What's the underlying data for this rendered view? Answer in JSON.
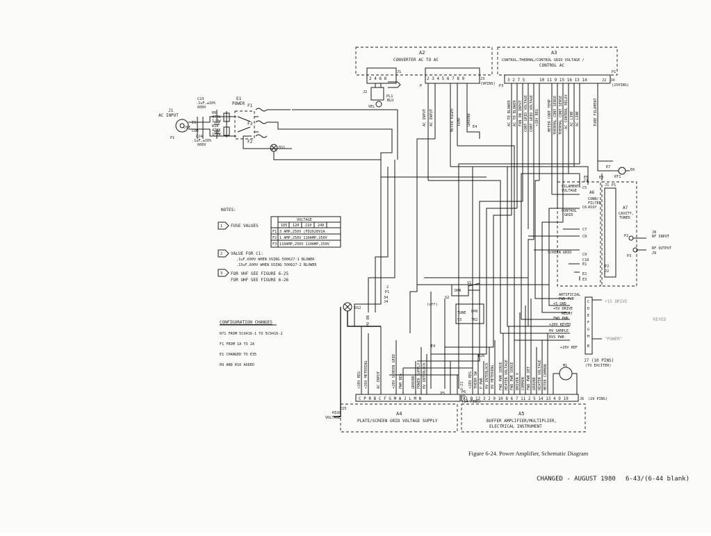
{
  "ac_input": {
    "ref": "J1",
    "label": "AC INPUT",
    "com": "COM",
    "p1": "P1",
    "c_ref": "C23",
    "c_spec1": ".1uF,±10%",
    "c_spec2": "600V",
    "c2_ref": "C24",
    "c2_spec1": ".1uF,±10%",
    "c2_spec2": "600V",
    "r_ref": "R9",
    "r2_ref": "R10",
    "r_spec1": "470K",
    "r_spec2": "1/2W",
    "r2_spec1": "470K",
    "r2_spec2": "1/2W",
    "e1": "E1",
    "e2": "E1",
    "com2": "COM",
    "pwr_ref": "E1",
    "pwr_label": "POWER",
    "f1": "F1",
    "f2": "F2",
    "f3": "F3",
    "ds1": "DS1"
  },
  "a2": {
    "ref": "A2",
    "title": "CONVERTER AC TO AC",
    "j1": "J1",
    "j3": "J3",
    "j3_pins": "(9PINS)",
    "p": "P",
    "j1_pins": "2 4 6 8",
    "j3_pins_list": "2 3 4 5 6 7 8 9",
    "pin_labels": [
      "AC INPUT",
      "AC INPUT",
      "METER RIGHT",
      "TEMP",
      "GROUND"
    ],
    "e4": "E4",
    "j2": "J2",
    "vel": "VEL",
    "pl1": "PL1",
    "blu": "BLU"
  },
  "a3": {
    "ref": "A3",
    "title1": "CONTROL,THERMAL/CONTROL GRID VOLTAGE /",
    "title2": "CONTROL AC",
    "p3": "P3",
    "p1": "P1",
    "j2": "J2",
    "j4": "J4",
    "j4_pins": "(25PINS)",
    "pins_left": "3 2 7 5",
    "pins_right": "10 11 9 15 16 13 14",
    "j8": "J8",
    "pin_labels": [
      "AC TO BLOWER",
      "AC TO BLOWER",
      "FAN ON INPUT",
      "CONT GRID VOLTAGE",
      "CONT GRID VOLTAGE",
      "+28V REG",
      "METER CONT TEMP",
      "THERMAL CONT SENSE",
      "THERMAL CONT SENSE",
      "AC CONTROL RELAY",
      "AC LINE",
      "AC LINE",
      "TUBE FILAMENT"
    ]
  },
  "top_right": {
    "e7": "E7",
    "e6": "E6",
    "rt1": "RT1",
    "e5": "E5",
    "e8": "E8",
    "j1": "J1",
    "p1": "P1",
    "p2": "P2",
    "j2": "J2"
  },
  "a6": {
    "ref": "A6",
    "title1": "CONN/",
    "title2": "FILTER",
    "title3": "ASSY",
    "filament": "FILAMENT",
    "voltage": "VOLTAGE",
    "control": "CONTROL",
    "grid": "GRID",
    "c4": "C4",
    "c5": "C5",
    "c6": "C6",
    "c7": "C7",
    "c8": "C8",
    "c9": "C9",
    "c10": "C10",
    "screen_grid": "SCREEN GRID",
    "e1": "E1",
    "e2": "E2",
    "e3": "E3"
  },
  "a7": {
    "ref": "A7",
    "title1": "CAVITY,",
    "title2": "TUNED",
    "j8": "J8",
    "rf_input": "RF INPUT",
    "j9": "J9",
    "rf_output": "RF OUTPUT",
    "p2": "P2",
    "p3": "P3"
  },
  "notes": {
    "title": "NOTES:",
    "fuse_label": "FUSE VALUES",
    "fuse_note_no": "1",
    "table_header": "VOLTAGE",
    "table_cols": [
      "",
      "105",
      "120",
      "210",
      "240"
    ],
    "table_rows": [
      {
        "ref": "F1",
        "value": "3 AMP,250V |FD2620V1A"
      },
      {
        "ref": "F2",
        "value": "1 AMP,250V 110AMP,250V"
      },
      {
        "ref": "F3",
        "value": "110AMP,250V 110AMP,250V"
      }
    ],
    "value_note_no": "2",
    "value_for": "VALUE FOR C1:",
    "value_line1": ".1uF,600V WHEN USING 500627-1 BLOWER",
    "value_line2": ".15uF,600V WHEN USING 500627-2 BLOWER",
    "vhf_note_no": "3",
    "vhf_line1": "FOR VHF SEE FIGURE 6-25",
    "vhf_line2": "FOR UHF SEE FIGURE 6-26"
  },
  "config": {
    "title": "CONFIGURATION CHANGES",
    "line1": "R71 FROM 5C9416-1 TO 5C9416-2",
    "line2": "F1 FROM 1A TO 2A",
    "line3": "E1 CHANGED TO E35",
    "line4": "R9 AND R10 ADDED"
  },
  "center": {
    "ds2": "DS2",
    "dpr": "DPR",
    "s1": "S1",
    "s2": "S2",
    "tune": "TUNE",
    "s3": "S3",
    "tr2": "TR2",
    "opr": "OPR",
    "e4": "E4",
    "hv_on": "HV ON",
    "p1": "P1",
    "j4": "J4",
    "wire_34": "34",
    "wire_2": "2",
    "wire_3": "3",
    "handwriting": "(off)"
  },
  "j7_block": {
    "labels": [
      "ARTIFICIAL",
      "FWD PWR",
      "+5 GND",
      "+5V DRIVE",
      "RELAY",
      "FWD PWR",
      "+20V KEYED",
      "HV SAMPLE",
      "RVS PWR",
      "+20V REF"
    ],
    "pins": [
      "C",
      "D",
      "E",
      "F",
      "G",
      "H",
      "B"
    ],
    "ref": "J7 (10 PINS)",
    "sub": "(TO EXCITER)",
    "hw1": "+15 DRIVE",
    "hw2": "KEYED",
    "hw3": "\"POWER\""
  },
  "a4": {
    "ref": "A4",
    "title": "PLATE/SCREEN GRID VOLTAGE SUPPLY",
    "p5": "P5",
    "j5": "J5",
    "pins": "C P R B C  F G M A J  L M N",
    "j5_pins": "(14 PINS)",
    "e25": "E25",
    "hv1": "HIGH",
    "hv2": "VOLTAGE",
    "wire_labels": [
      "+28V REG",
      "+20V METERING",
      "AC INPUT",
      "+28V SCREEN GRID",
      "PWR REG",
      "GROUND",
      "POWER SUPPLY",
      "HV INTERLOCK",
      "V-21"
    ]
  },
  "a5": {
    "ref": "A5",
    "title1": "BUFFER AMPLIFIER/MULTIPLIER,",
    "title2": "ELECTRICAL INSTRUMENT",
    "p6": "P6",
    "j6": "J6",
    "pins": "A1 B 12 3  J 9 10 8 6  7 11 2 5 14 13 4 9 19",
    "j6_pins": "(29 PINS)",
    "e26": "E26",
    "m1": "M1",
    "wire_labels": [
      "+28V REG",
      "THERM SW",
      "P PWR",
      "HV INTERLOCK",
      "HV METERING",
      "FWD PWR SENSE",
      "HEATER VOLTAGE",
      "FWD PWR SENSE",
      "DRIVER V",
      "COMMON",
      "FWD PWR DET",
      "GROUND",
      "HEATER VOLTAGE",
      "METER COMMON"
    ]
  },
  "caption": {
    "figure": "Figure 6-24. Power Amplifier, Schematic Diagram",
    "changed": "CHANGED - AUGUST 1980",
    "page": "6-43/(6-44 blank)"
  }
}
